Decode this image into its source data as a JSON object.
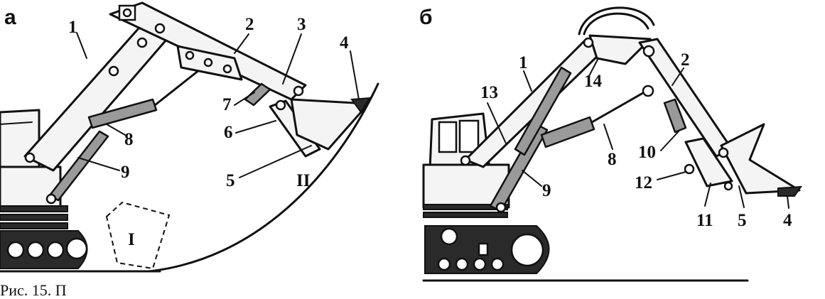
{
  "panel_a": {
    "letter": "а",
    "labels": [
      "1",
      "2",
      "3",
      "4",
      "5",
      "6",
      "7",
      "8",
      "9"
    ],
    "zones": [
      "I",
      "II"
    ]
  },
  "panel_b": {
    "letter": "б",
    "labels": [
      "1",
      "2",
      "4",
      "5",
      "8",
      "9",
      "10",
      "11",
      "12",
      "13",
      "14"
    ]
  },
  "caption": "Рис. 15. П"
}
